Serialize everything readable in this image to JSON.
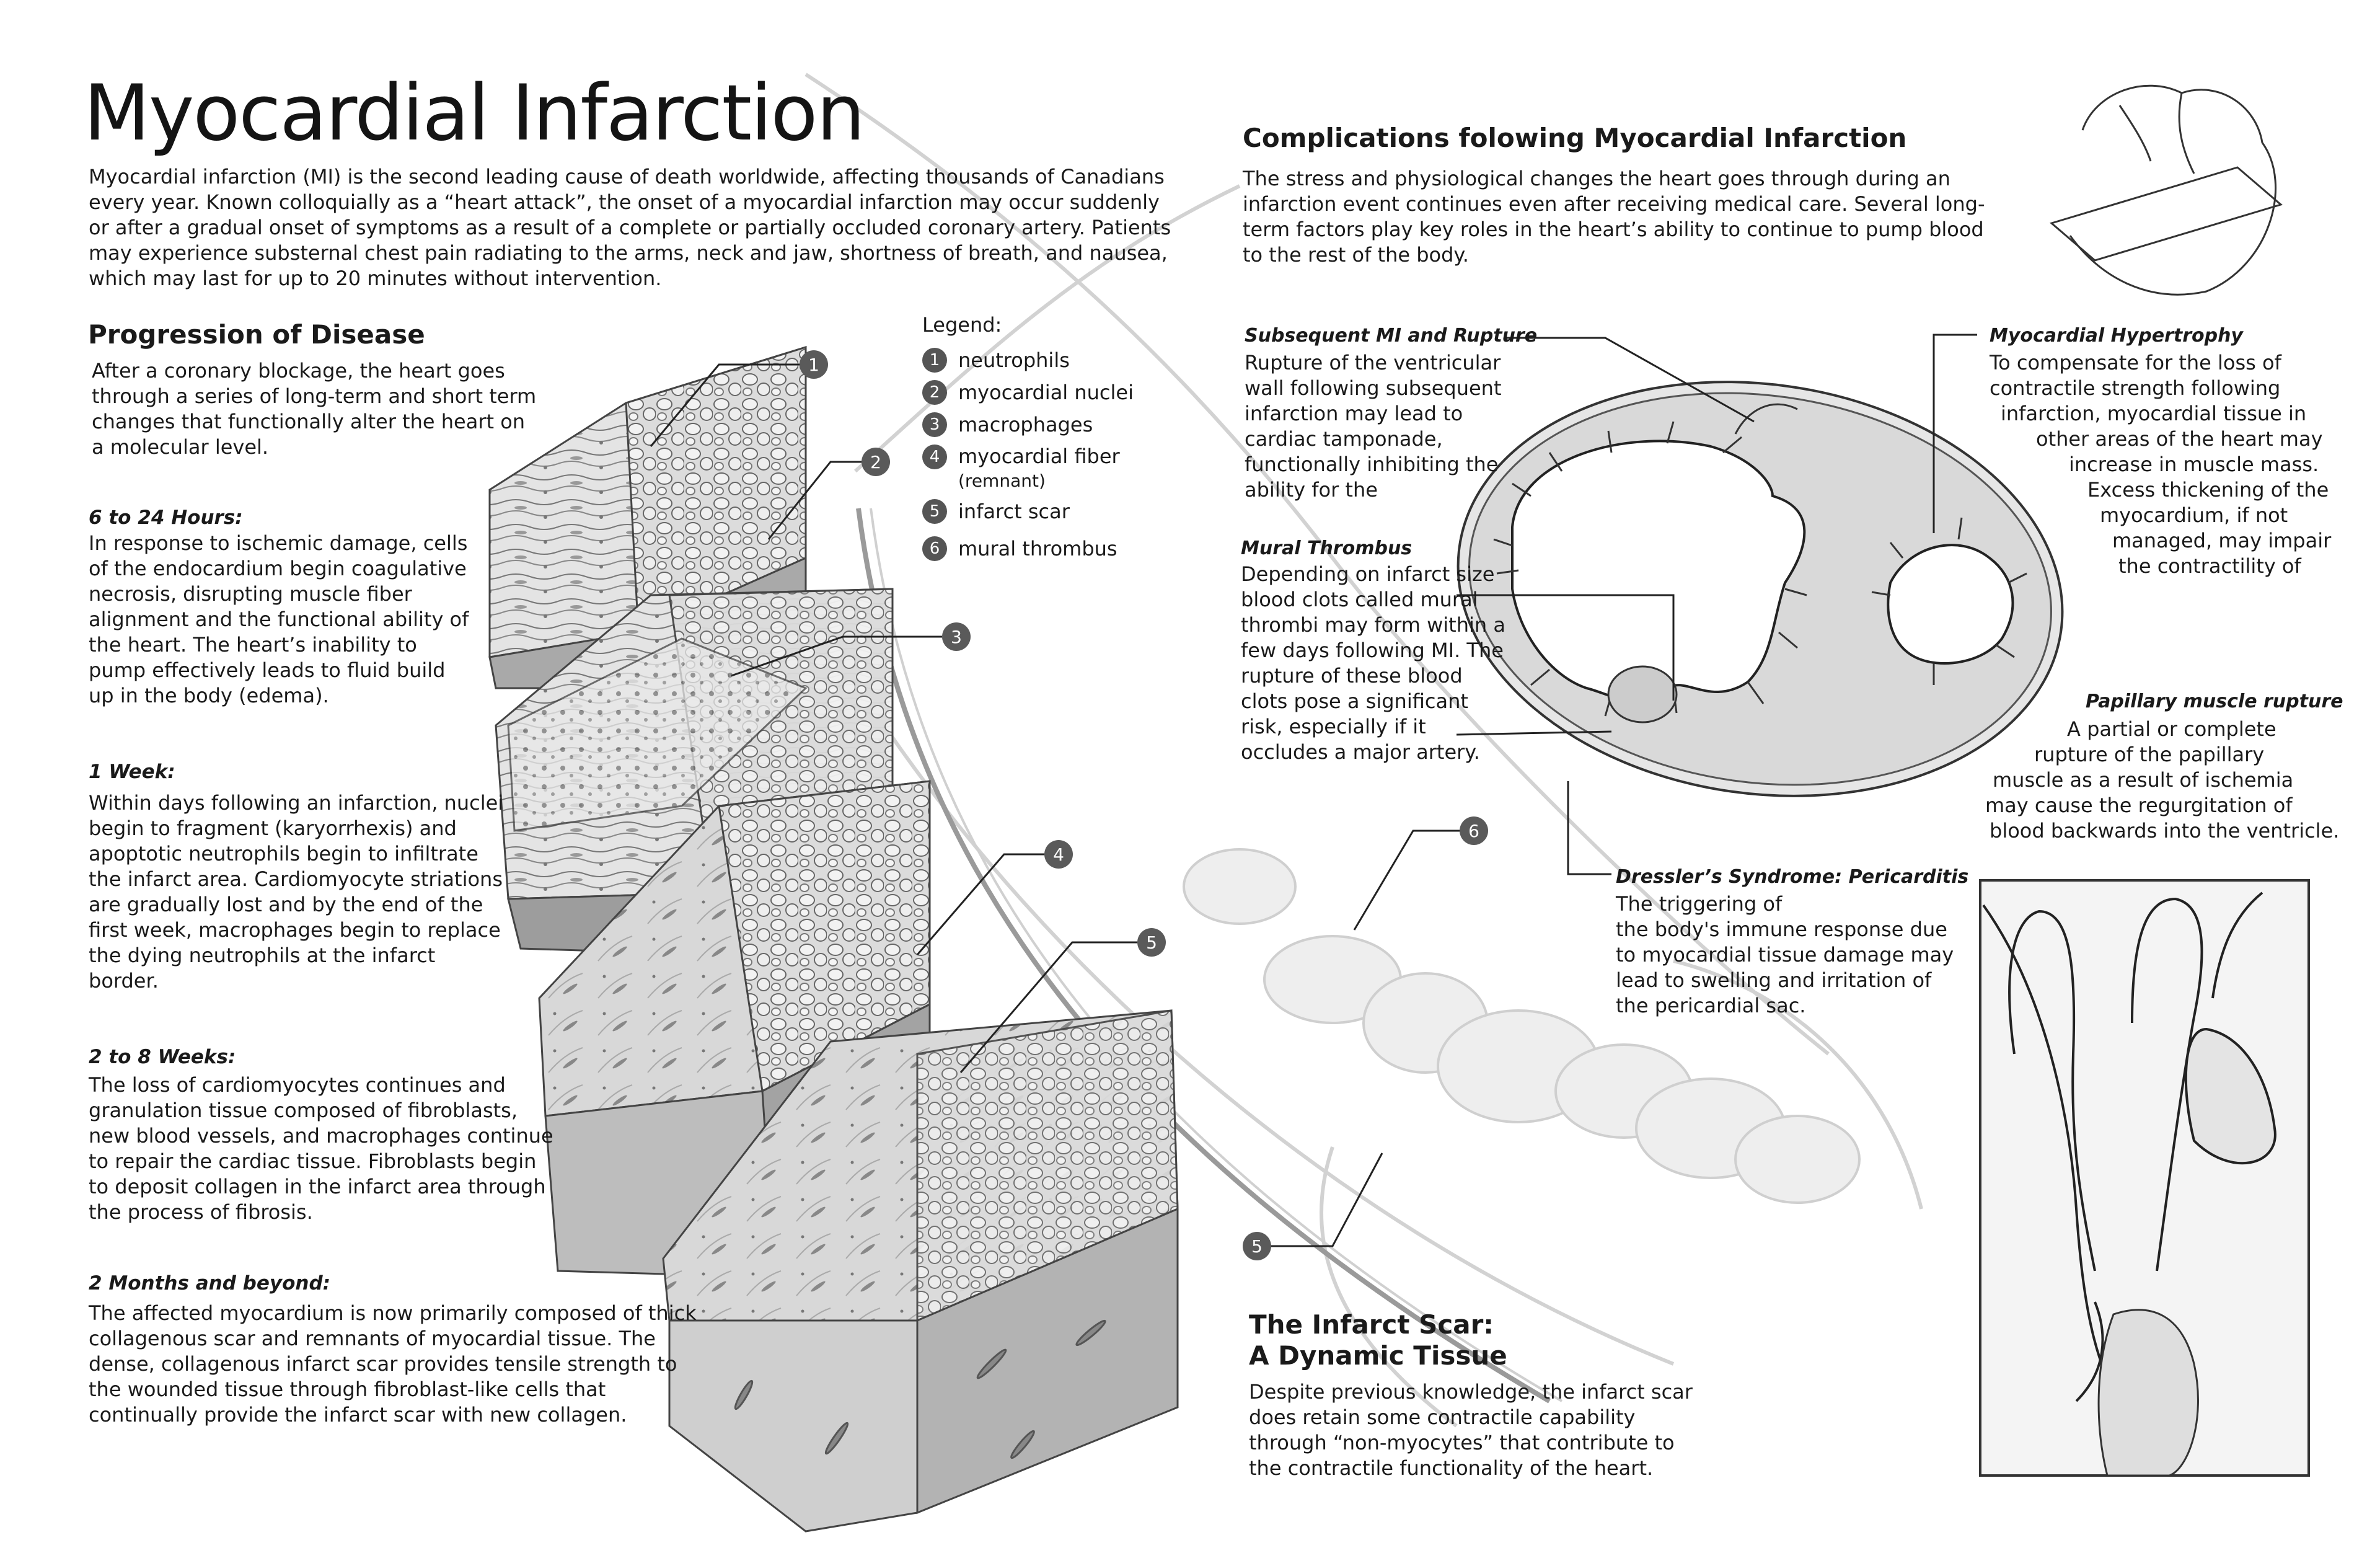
{
  "title": "Myocardial Infarction",
  "intro": "Myocardial infarction (MI) is the second leading cause of death worldwide, affecting thousands of Canadians every year. Known colloquially as a “heart attack”, the onset of a myocardial infarction may occur suddenly or after a gradual onset of symptoms as a result of a complete or partially occluded coronary artery. Patients may experience substernal chest pain radiating to the arms, neck and jaw, shortness of breath, and nausea, which may last for up to 20 minutes without intervention.",
  "progression": {
    "heading": "Progression of Disease",
    "intro": "After a coronary blockage, the heart goes through a series of long-term and short term changes that functionally alter the heart on a molecular level.",
    "stages": [
      {
        "title": "6 to 24 Hours:",
        "text": "In response to ischemic damage, cells of the endocardium begin coagulative necrosis, disrupting muscle fiber alignment and the functional ability of the heart. The heart’s inability to pump effectively leads to fluid build up in the body (edema)."
      },
      {
        "title": "1 Week:",
        "text": "Within days following an infarction, nuclei begin to fragment (karyorrhexis) and apoptotic neutrophils begin to infiltrate the infarct area. Cardiomyocyte striations are gradually lost and by the end of the first week, macrophages begin to replace the dying neutrophils at the infarct border."
      },
      {
        "title": "2 to 8 Weeks:",
        "text": "The loss of cardiomyocytes continues and granulation tissue composed of fibroblasts, new blood vessels, and macrophages continue to repair the cardiac tissue. Fibroblasts begin to deposit collagen in the infarct area through the process of fibrosis."
      },
      {
        "title": "2 Months and beyond:",
        "text": "The affected myocardium is now primarily composed of thick collagenous scar and remnants of myocardial tissue. The dense, collagenous infarct scar provides tensile strength to the wounded tissue through fibroblast-like cells that continually provide the infarct scar with new collagen."
      }
    ]
  },
  "legend": {
    "title": "Legend:",
    "items": [
      {
        "num": "1",
        "label": "neutrophils"
      },
      {
        "num": "2",
        "label": "myocardial nuclei"
      },
      {
        "num": "3",
        "label": "macrophages"
      },
      {
        "num": "4",
        "label": "myocardial fiber",
        "sublabel": "(remnant)"
      },
      {
        "num": "5",
        "label": "infarct scar"
      },
      {
        "num": "6",
        "label": "mural thrombus"
      }
    ]
  },
  "badges": [
    "1",
    "2",
    "3",
    "4",
    "5",
    "6",
    "5"
  ],
  "complications": {
    "heading": "Complications folowing Myocardial Infarction",
    "intro": "The stress and physiological changes the heart goes through during an infarction event continues even after receiving medical care. Several long-term factors play key roles in the heart’s ability to continue to pump blood to the rest of the body.",
    "rupture": {
      "title": "Subsequent MI and Rupture",
      "text": "Rupture of the ventricular wall following subsequent infarction may lead to cardiac tamponade, functionally inhibiting the ability for the"
    },
    "thrombus": {
      "title": "Mural Thrombus",
      "text": "Depending on infarct size blood clots called mural thrombi may form within a few days following MI. The rupture of these blood clots pose a significant risk, especially if it occludes a major artery."
    },
    "hypertrophy": {
      "title": "Myocardial Hypertrophy",
      "lines": [
        "To compensate for the loss of",
        "contractile strength following",
        "infarction, myocardial tissue in",
        "other areas of the heart may",
        "increase in muscle mass.",
        "Excess thickening of the",
        "myocardium, if not",
        "managed, may impair",
        "the contractility of"
      ]
    },
    "papillary": {
      "title": "Papillary muscle rupture",
      "lines": [
        "A partial or complete",
        "rupture of the papillary",
        "muscle as a result of ischemia",
        "may cause the regurgitation of",
        "blood backwards into the ventricle."
      ]
    },
    "dressler": {
      "title": "Dressler’s Syndrome: Pericarditis",
      "lines": [
        "The triggering of",
        "the body's immune response due",
        "to  myocardial tissue damage may",
        "lead to swelling and irritation of",
        "the pericardial sac."
      ]
    }
  },
  "scar": {
    "heading_line1": "The Infarct Scar:",
    "heading_line2": "A Dynamic Tissue",
    "text": "Despite previous knowledge, the infarct scar does retain some contractile capability through “non-myocytes” that contribute to the contractile functionality of the heart."
  }
}
